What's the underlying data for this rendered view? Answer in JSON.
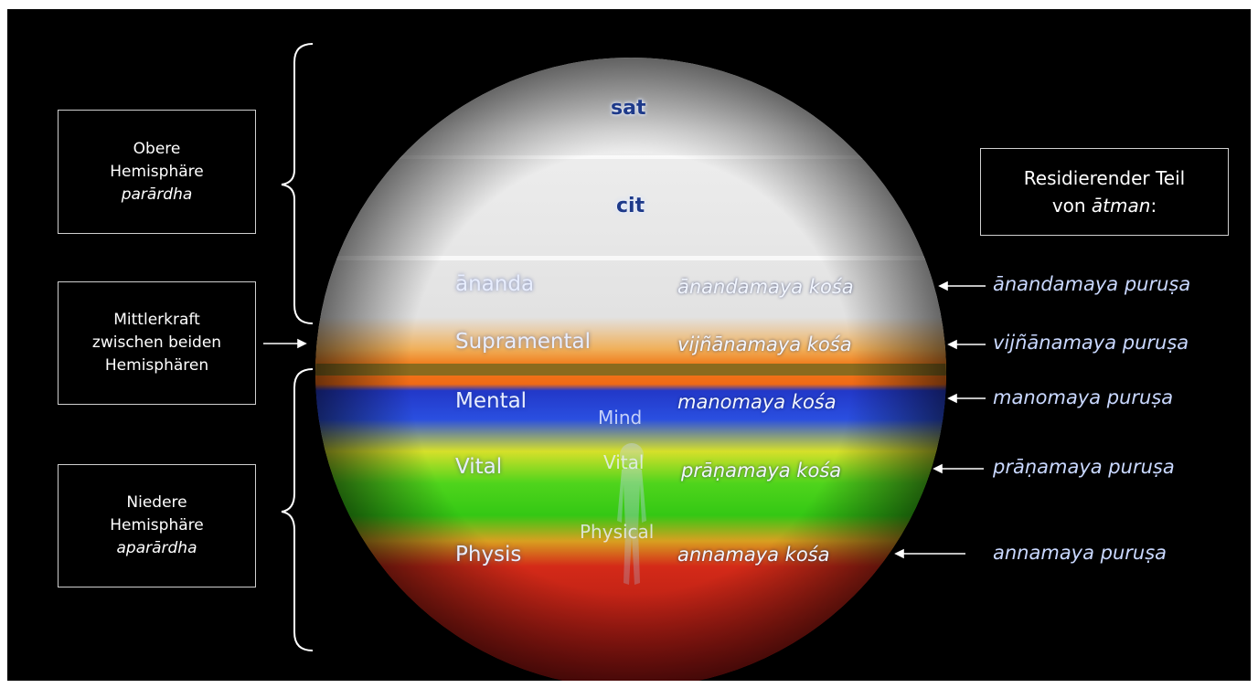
{
  "hemispheres": {
    "upper": {
      "line1": "Obere",
      "line2": "Hemisphäre",
      "term": "parārdha"
    },
    "middle": {
      "line1": "Mittlerkraft",
      "line2": "zwischen beiden",
      "line3": "Hemisphären"
    },
    "lower": {
      "line1": "Niedere",
      "line2": "Hemisphäre",
      "term": "aparārdha"
    }
  },
  "residing_box": {
    "line1": "Residierender Teil",
    "line2_prefix": "von ",
    "line2_term": "ātman",
    "line2_suffix": ":"
  },
  "planes": [
    {
      "label": "sat",
      "kosa": "",
      "purusha": ""
    },
    {
      "label": "cit",
      "kosa": "",
      "purusha": ""
    },
    {
      "label": "ānanda",
      "kosa": "ānandamaya kośa",
      "purusha": "ānandamaya puruṣa"
    },
    {
      "label": "Supramental",
      "kosa": "vijñānamaya kośa",
      "purusha": "vijñānamaya puruṣa"
    },
    {
      "label": "Mental",
      "kosa": "manomaya kośa",
      "purusha": "manomaya puruṣa"
    },
    {
      "label": "Vital",
      "kosa": "prāṇamaya kośa",
      "purusha": "prāṇamaya puruṣa"
    },
    {
      "label": "Physis",
      "kosa": "annamaya kośa",
      "purusha": "annamaya puruṣa"
    }
  ],
  "figure_words": {
    "mind": "Mind",
    "vital": "Vital",
    "physical": "Physical"
  },
  "colors": {
    "background": "#000000",
    "upper_sphere": "#e6e6e6",
    "supramental": "#f08a2a",
    "divider": "#8a6a1e",
    "mental": "#2a4fd8",
    "vital": "#3fd21a",
    "physical": "#c41818",
    "purusha_text": "#c9d8ff"
  }
}
